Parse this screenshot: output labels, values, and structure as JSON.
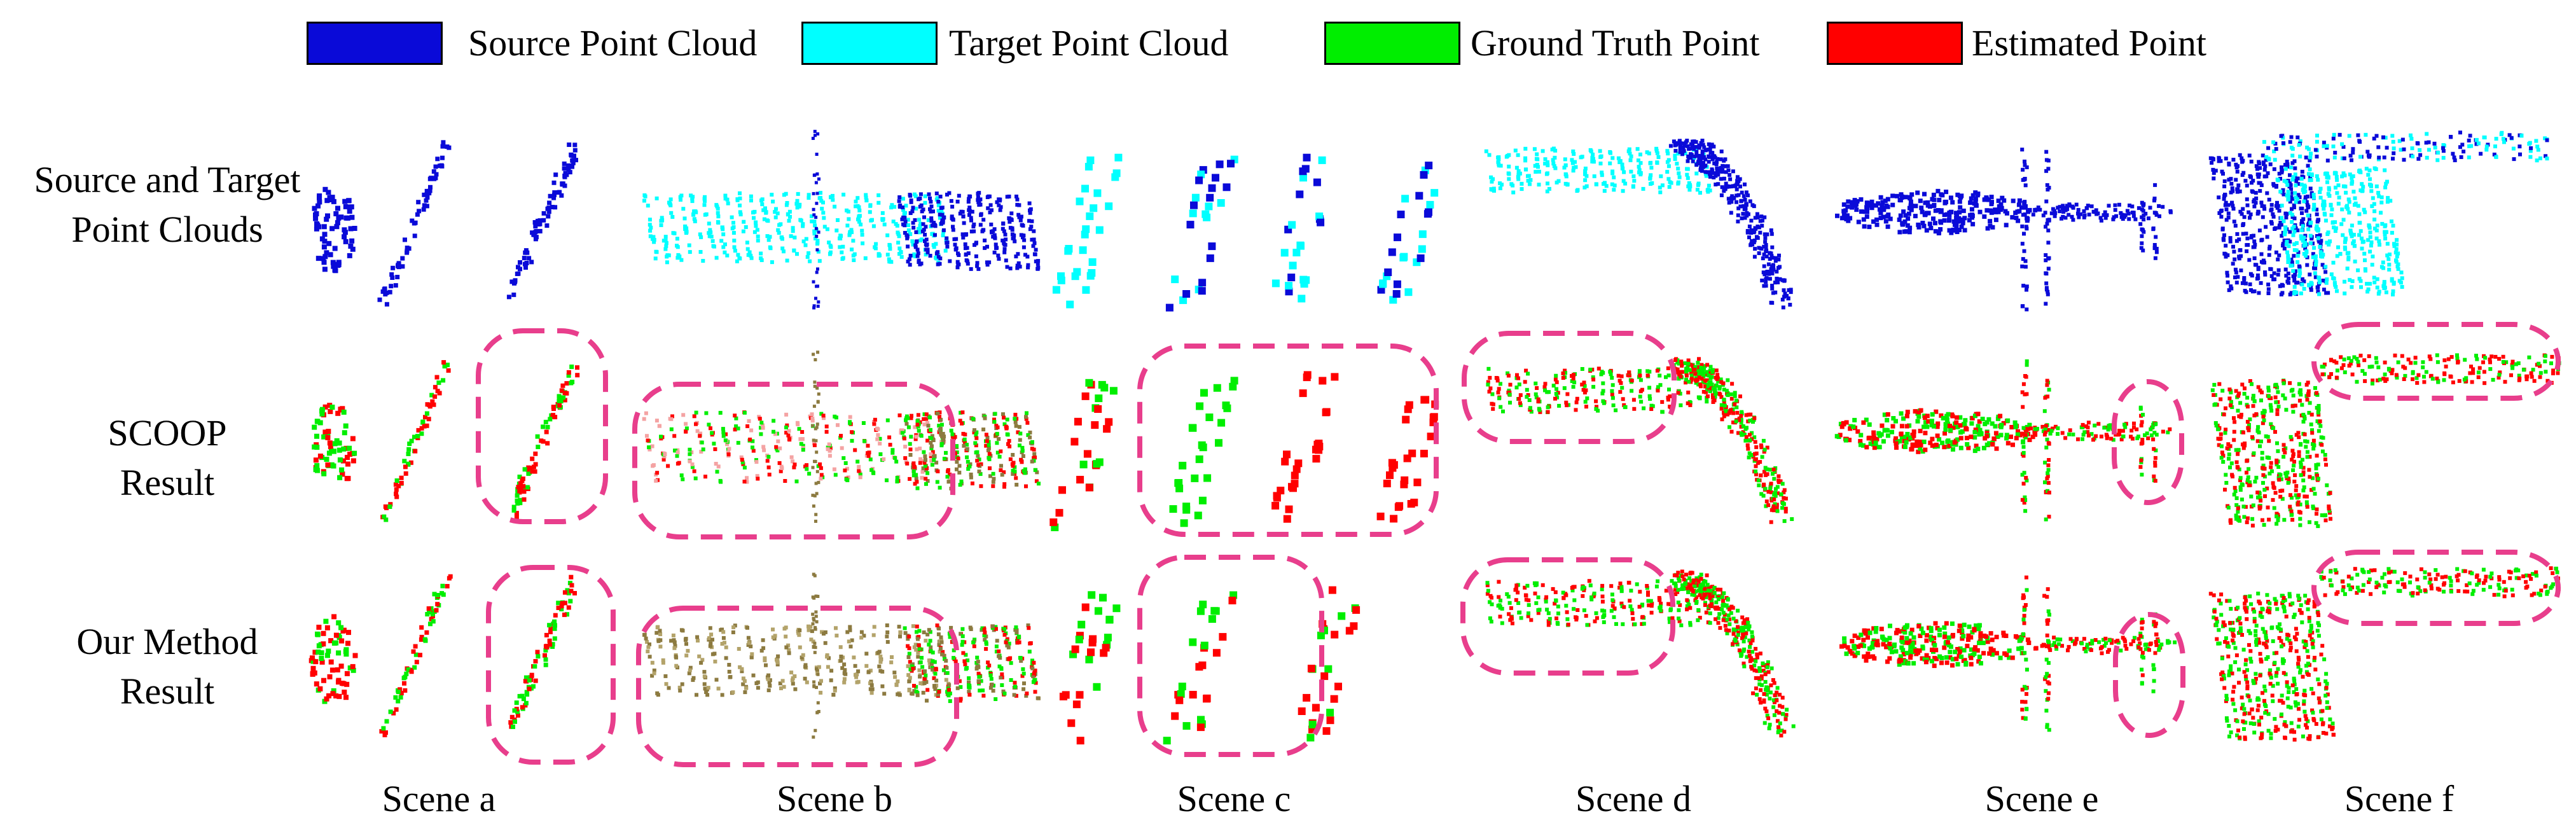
{
  "legend": {
    "items": [
      {
        "id": "source",
        "label": "Source Point Cloud",
        "color": "#0a0ad8"
      },
      {
        "id": "target",
        "label": "Target Point Cloud",
        "color": "#00ffff"
      },
      {
        "id": "ground_truth",
        "label": "Ground Truth Point",
        "color": "#00ee00"
      },
      {
        "id": "estimated",
        "label": "Estimated Point",
        "color": "#ff0000"
      }
    ]
  },
  "rows": [
    {
      "id": "input",
      "line1": "Source and Target",
      "line2": "Point Clouds"
    },
    {
      "id": "scoop",
      "line1": "SCOOP",
      "line2": "Result"
    },
    {
      "id": "ours",
      "line1": "Our Method",
      "line2": "Result"
    }
  ],
  "scenes": [
    {
      "id": "a",
      "label": "Scene a"
    },
    {
      "id": "b",
      "label": "Scene b"
    },
    {
      "id": "c",
      "label": "Scene c"
    },
    {
      "id": "d",
      "label": "Scene d"
    },
    {
      "id": "e",
      "label": "Scene e"
    },
    {
      "id": "f",
      "label": "Scene f"
    }
  ],
  "colors": {
    "source": "#0a0ad8",
    "target": "#00ffff",
    "ground_truth": "#00ee00",
    "estimated": "#ff0000",
    "highlight": "#e83e8c",
    "well_aligned": "#8c7a40"
  }
}
